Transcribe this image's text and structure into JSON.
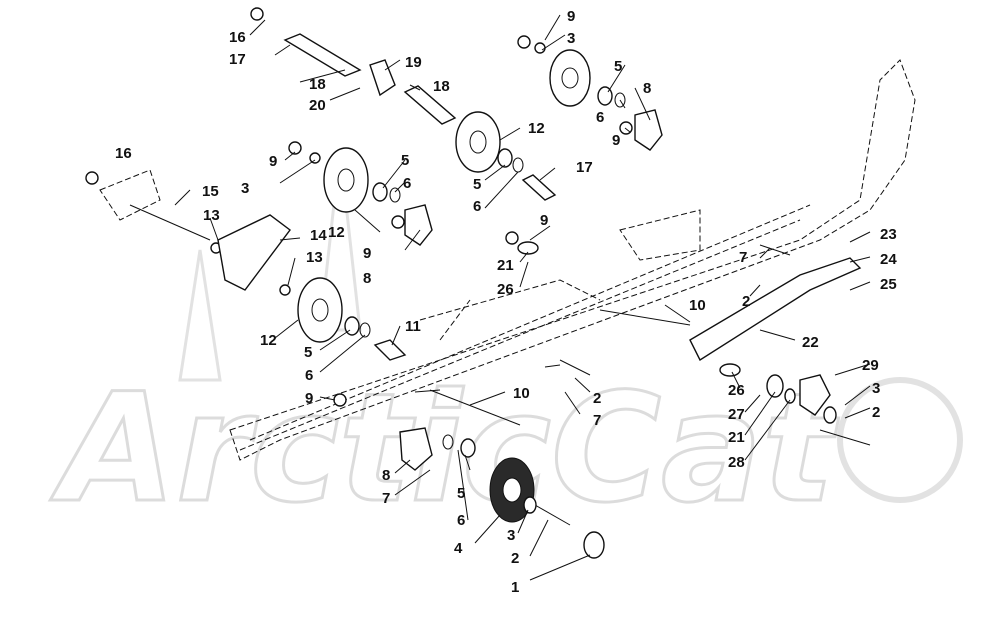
{
  "watermark": {
    "text": "ArcticCat"
  },
  "callouts": [
    "1",
    "2",
    "3",
    "4",
    "5",
    "6",
    "7",
    "8",
    "9",
    "10",
    "11",
    "12",
    "13",
    "14",
    "15",
    "16",
    "17",
    "18",
    "19",
    "20",
    "21",
    "22",
    "23",
    "24",
    "25",
    "26",
    "27",
    "28",
    "29"
  ]
}
